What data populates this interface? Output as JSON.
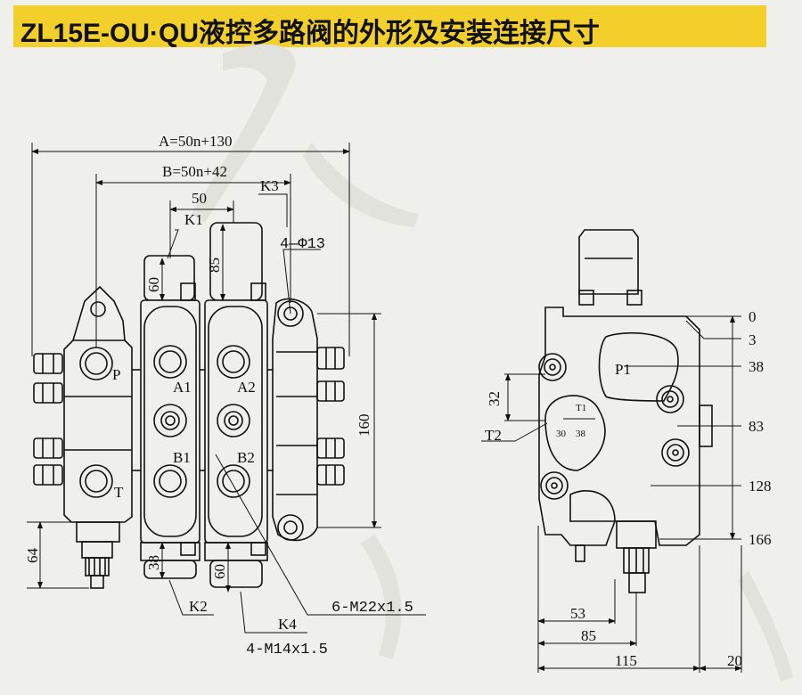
{
  "title": "ZL15E-OU·QU液控多路阀的外形及安装连接尺寸",
  "left_view": {
    "dim_a": "A=50n+130",
    "dim_b": "B=50n+42",
    "dim_pitch": "50",
    "dim_85": "85",
    "dim_60_top": "60",
    "dim_64": "64",
    "dim_38": "38",
    "dim_60_bottom": "60",
    "dim_160": "160",
    "holes": "4—Φ13",
    "port_p": "P",
    "port_t": "T",
    "port_a1": "A1",
    "port_a2": "A2",
    "port_b1": "B1",
    "port_b2": "B2",
    "k1": "K1",
    "k2": "K2",
    "k3": "K3",
    "k4": "K4",
    "thread_m22": "6-M22x1.5",
    "thread_m14": "4-M14x1.5"
  },
  "right_view": {
    "p1": "P1",
    "t2": "T2",
    "t1": "T1",
    "d30": "30",
    "d38_small": "38",
    "d32": "32",
    "y_ticks": [
      "0",
      "3",
      "38",
      "83",
      "128",
      "166"
    ],
    "x_53": "53",
    "x_85": "85",
    "x_115": "115",
    "x_20": "20"
  }
}
